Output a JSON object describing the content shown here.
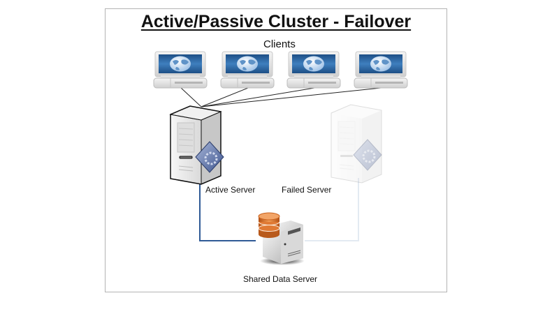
{
  "diagram": {
    "title": "Active/Passive Cluster - Failover",
    "clients_label": "Clients",
    "clients": [
      {
        "name": "client-1",
        "icon": "client-computer-icon"
      },
      {
        "name": "client-2",
        "icon": "client-computer-icon"
      },
      {
        "name": "client-3",
        "icon": "client-computer-icon"
      },
      {
        "name": "client-4",
        "icon": "client-computer-icon"
      }
    ],
    "active_server": {
      "label": "Active Server",
      "icon": "server-tower-icon",
      "state": "active"
    },
    "failed_server": {
      "label": "Failed Server",
      "icon": "server-tower-icon",
      "state": "failed"
    },
    "shared_server": {
      "label": "Shared Data Server",
      "icon": "database-server-icon"
    },
    "colors": {
      "active_link": "#2f5a96",
      "failed_link": "#e3eaf2",
      "client_link": "#222222",
      "database": "#d8742c",
      "screen": "#2a6aa8"
    }
  }
}
